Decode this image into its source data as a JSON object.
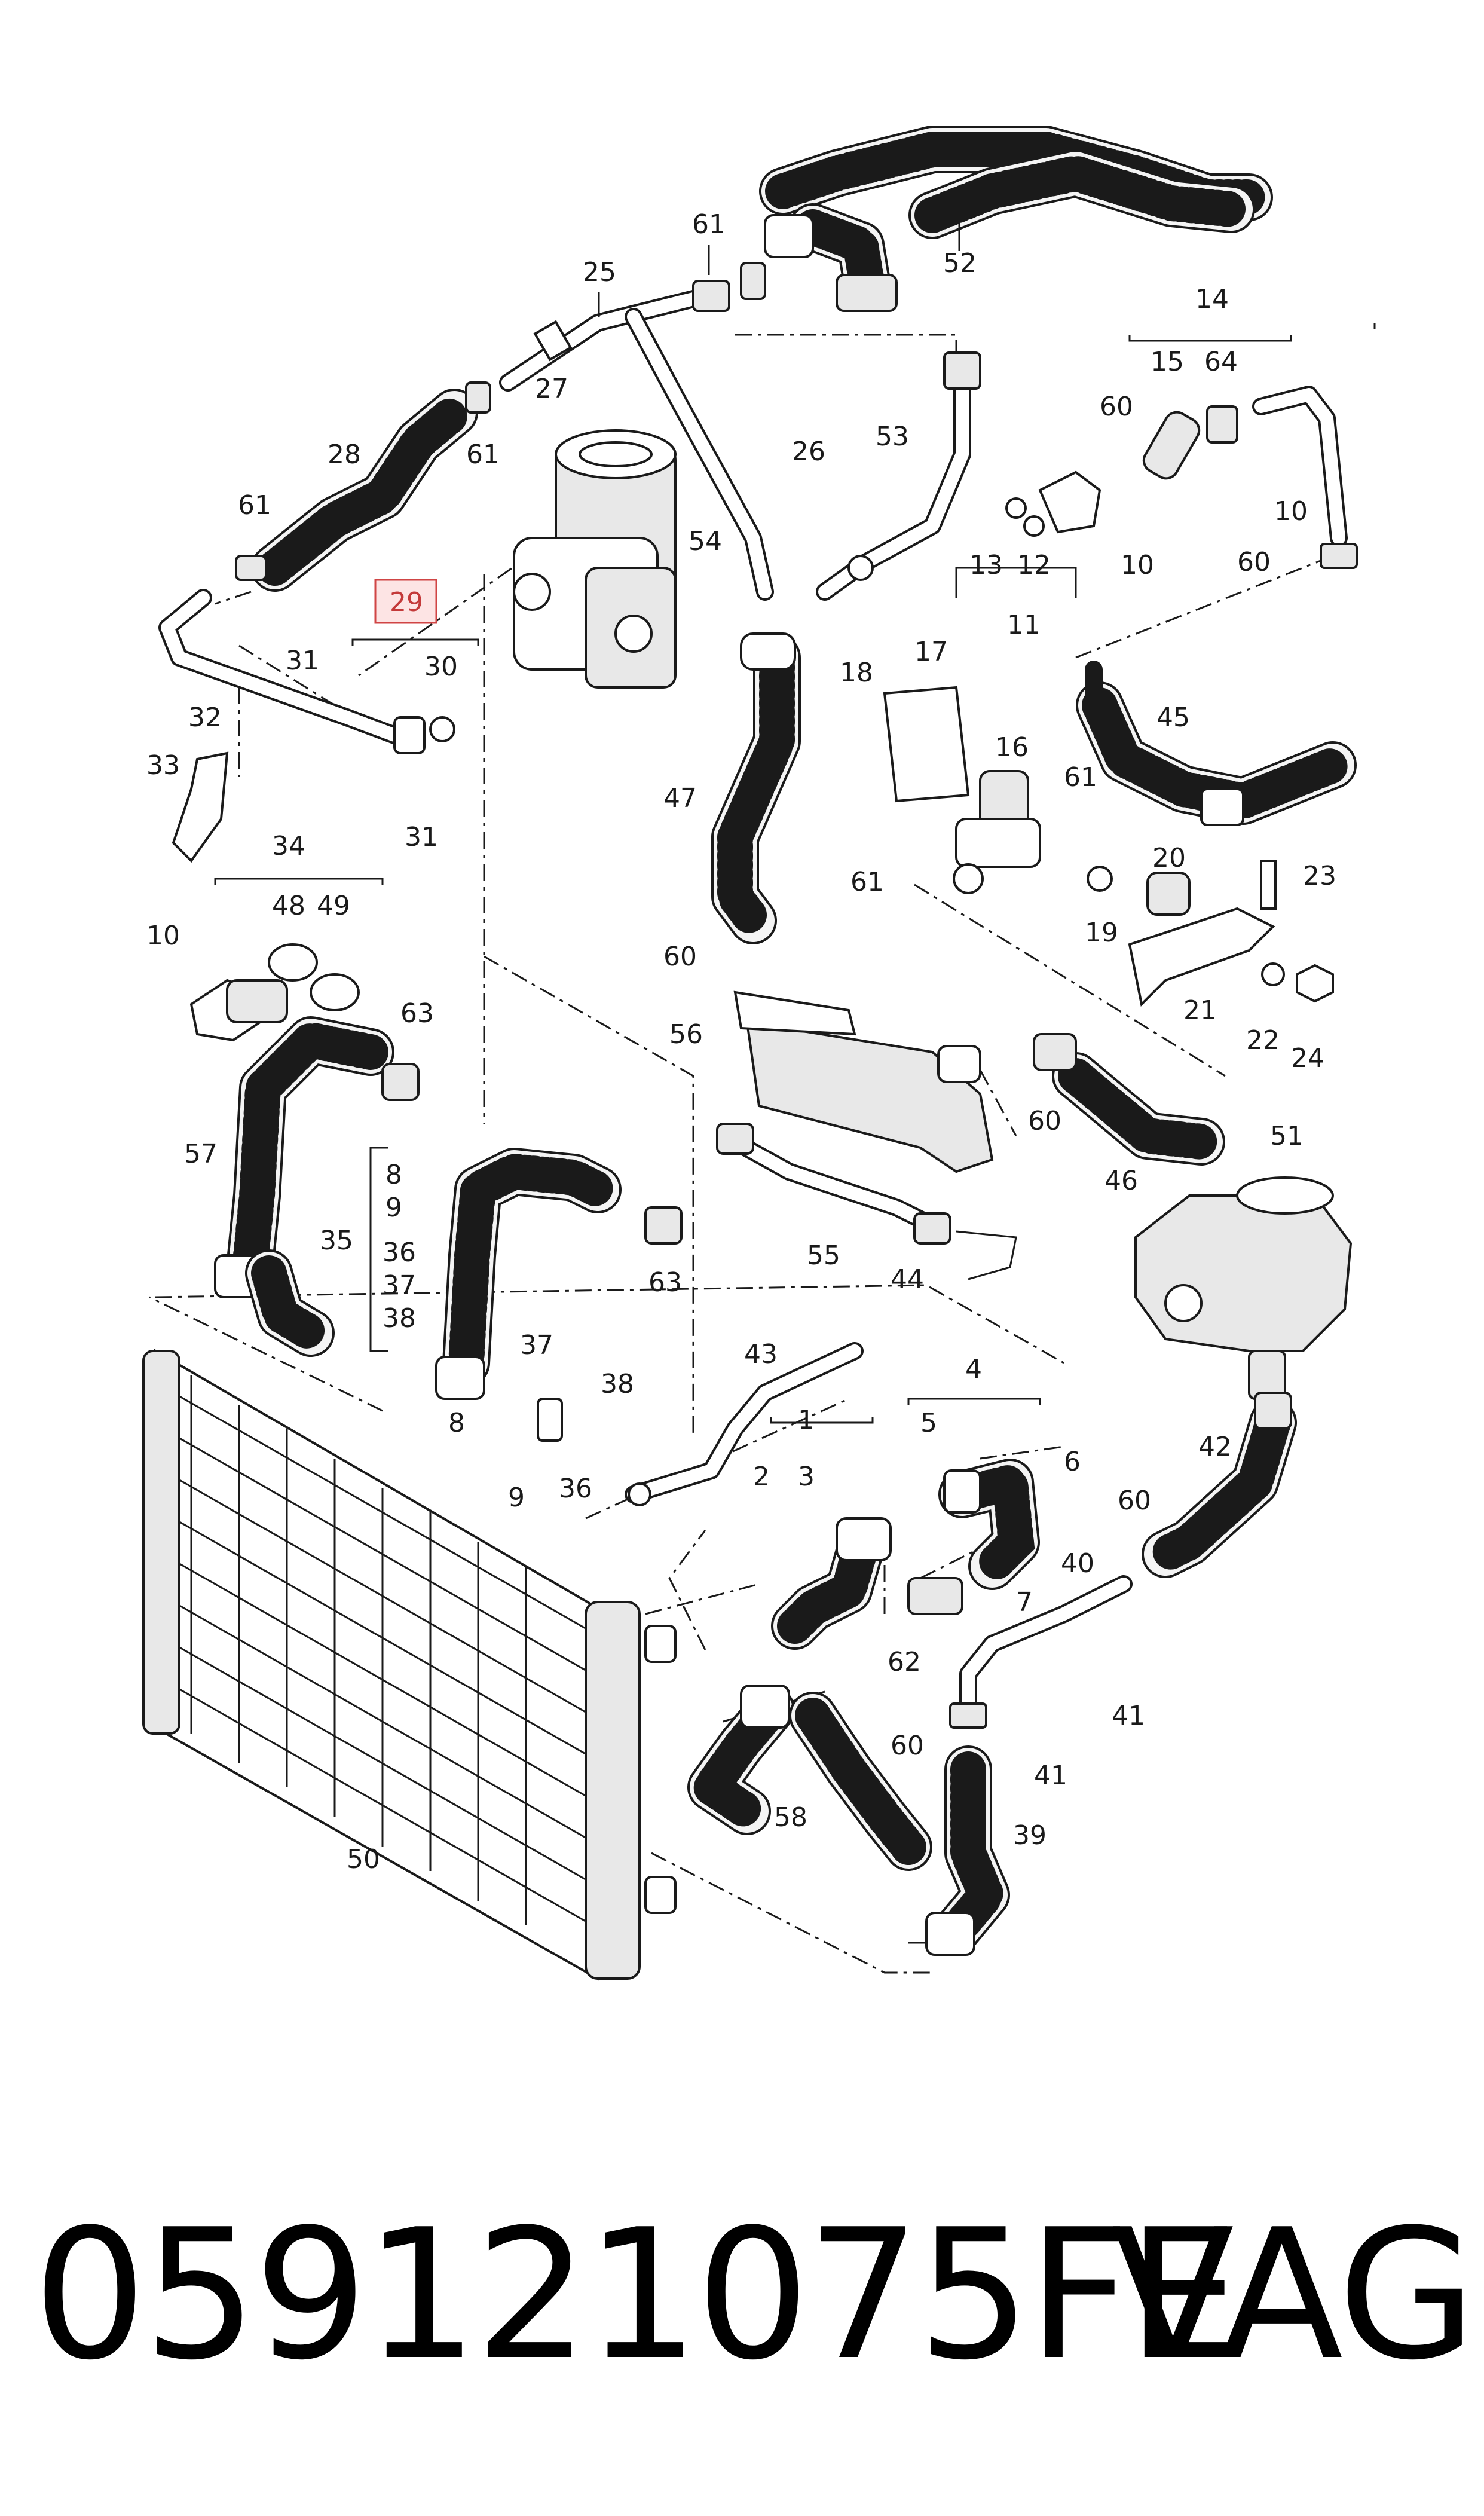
{
  "footer": {
    "part_number": "059121075FE",
    "brand": "VAG"
  },
  "highlight": {
    "label": "29",
    "color": "#d04545",
    "fill": "#fde4e4"
  },
  "labels": {
    "l1": "1",
    "l2": "2",
    "l3": "3",
    "l4": "4",
    "l5": "5",
    "l6": "6",
    "l7": "7",
    "l8": "8",
    "l8b": "8",
    "l9": "9",
    "l9b": "9",
    "l10a": "10",
    "l10b": "10",
    "l10c": "10",
    "l11": "11",
    "l12": "12",
    "l13": "13",
    "l14": "14",
    "l15": "15",
    "l16": "16",
    "l17": "17",
    "l18": "18",
    "l19": "19",
    "l20": "20",
    "l21": "21",
    "l22": "22",
    "l23": "23",
    "l24": "24",
    "l25": "25",
    "l26": "26",
    "l27": "27",
    "l28": "28",
    "l30": "30",
    "l31a": "31",
    "l31b": "31",
    "l32": "32",
    "l33": "33",
    "l34": "34",
    "l35": "35",
    "l36": "36",
    "l36b": "36",
    "l37": "37",
    "l37b": "37",
    "l38": "38",
    "l38b": "38",
    "l39": "39",
    "l40": "40",
    "l41a": "41",
    "l41b": "41",
    "l42": "42",
    "l43": "43",
    "l44": "44",
    "l45": "45",
    "l46": "46",
    "l47": "47",
    "l48": "48",
    "l49": "49",
    "l50": "50",
    "l51": "51",
    "l52": "52",
    "l53": "53",
    "l54": "54",
    "l55": "55",
    "l56": "56",
    "l57": "57",
    "l58": "58",
    "l60a": "60",
    "l60b": "60",
    "l60c": "60",
    "l60d": "60",
    "l60e": "60",
    "l60f": "60",
    "l61a": "61",
    "l61b": "61",
    "l61c": "61",
    "l61d": "61",
    "l61e": "61",
    "l62": "62",
    "l63a": "63",
    "l63b": "63",
    "l64": "64"
  }
}
